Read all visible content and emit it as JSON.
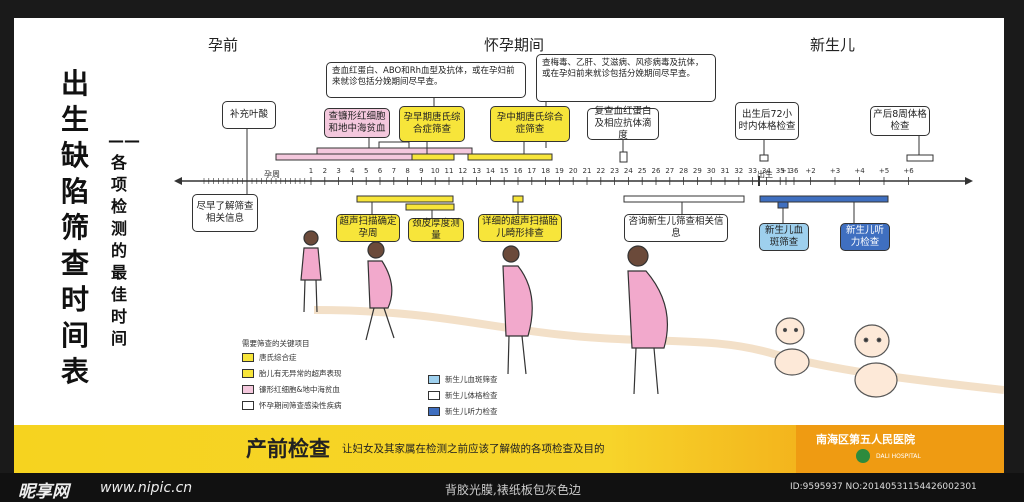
{
  "title_main": "出生缺陷筛查时间表",
  "title_sub": "——各项检测的最佳时间",
  "stages": {
    "pre": "孕前",
    "during": "怀孕期间",
    "newborn": "新生儿"
  },
  "axis": {
    "preg_label": "孕周",
    "birth_label": "出生",
    "weeks": [
      "1",
      "2",
      "3",
      "4",
      "5",
      "6",
      "7",
      "8",
      "9",
      "10",
      "11",
      "12",
      "13",
      "14",
      "15",
      "16",
      "17",
      "18",
      "19",
      "20",
      "21",
      "22",
      "23",
      "24",
      "25",
      "26",
      "27",
      "28",
      "29",
      "30",
      "31",
      "32",
      "33",
      "34",
      "35",
      "36"
    ],
    "months": [
      "+1",
      "+2",
      "+3",
      "+4",
      "+5",
      "+6"
    ]
  },
  "notes": {
    "note1": "查血红蛋白、ABO和Rh血型及抗体，或在孕妇前来就诊包括分娩期间尽早查。",
    "note2": "查梅毒、乙肝、艾滋病、风疹病毒及抗体，或在孕妇前来就诊包括分娩期间尽早查。"
  },
  "boxes_above": {
    "folic": "补充叶酸",
    "thal": "查镰形红细胞和地中海贫血",
    "early_down": "孕早期唐氏综合症筛查",
    "mid_down": "孕中期唐氏综合症筛查",
    "recheck": "复查血红蛋白及相应抗体滴度",
    "nb72": "出生后72小时内体格检查",
    "pp8": "产后8周体格检查"
  },
  "boxes_below": {
    "prepreg": "尽早了解筛查相关信息",
    "ultra1": "超声扫描确定孕周",
    "nt": "颈皮厚度测量",
    "ultra2": "详细的超声扫描胎儿畸形排查",
    "consult": "咨询新生儿筛查相关信息",
    "blood": "新生儿血斑筛查",
    "hearing": "新生儿听力检查"
  },
  "legend": {
    "title": "需要筛查的关键项目",
    "left": [
      "唐氏综合症",
      "胎儿有无异常的超声表现",
      "镰形红细胞&地中海贫血",
      "怀孕期间筛查感染性疾病"
    ],
    "right": [
      "新生儿血斑筛查",
      "新生儿体格检查",
      "新生儿听力检查"
    ]
  },
  "colors": {
    "yellow": "#f7e53a",
    "pink": "#f4c8dd",
    "light_blue": "#9ed0ee",
    "blue": "#3f6fc0",
    "footer": "#f6d31f"
  },
  "footer": {
    "headline": "产前检查",
    "text": "让妇女及其家属在检测之前应该了解做的各项检查及目的",
    "hospital": "南海区第五人民医院",
    "hospital_en": "DALI HOSPITAL"
  },
  "watermark": {
    "logo": "昵享网",
    "url": "www.nipic.cn",
    "caption": "背胶光膜,裱纸板包灰色边",
    "id": "ID:9595937 NO:20140531154426002301"
  }
}
